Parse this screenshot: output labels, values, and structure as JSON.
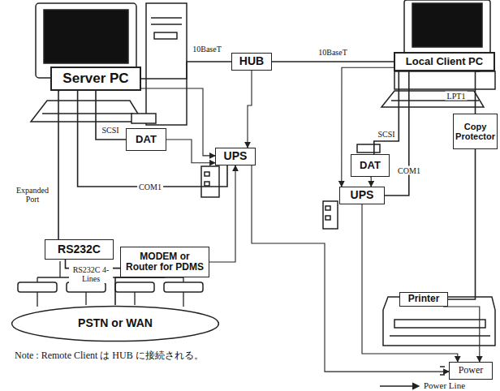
{
  "diagram": {
    "nodes": [
      {
        "text": [
          "Server PC"
        ]
      },
      {
        "text": [
          "HUB"
        ]
      },
      {
        "text": [
          "Local Client PC"
        ]
      },
      {
        "text": [
          "DAT"
        ]
      },
      {
        "text": [
          "UPS"
        ]
      },
      {
        "text": [
          "RS232C"
        ]
      },
      {
        "text": [
          "MODEM or Router for PDMS"
        ]
      },
      {
        "text": [
          "PSTN or WAN"
        ]
      },
      {
        "text": [
          "DAT"
        ]
      },
      {
        "text": [
          "UPS"
        ]
      },
      {
        "text": [
          "Copy Protector"
        ]
      },
      {
        "text": [
          "Printer"
        ]
      },
      {
        "text": [
          "Power"
        ]
      }
    ],
    "edges": [
      {
        "from": 0,
        "to": 1,
        "arrow": "none",
        "label": "10BaseT"
      },
      {
        "from": 1,
        "to": 2,
        "arrow": "none",
        "label": "10BaseT"
      },
      {
        "from": 0,
        "to": 3,
        "arrow": "none",
        "label": "SCSI"
      },
      {
        "from": 0,
        "to": 5,
        "arrow": "none",
        "label": "Expanded Port"
      },
      {
        "from": 0,
        "to": 4,
        "arrow": "none",
        "label": "COM1"
      },
      {
        "from": 5,
        "to": 6,
        "arrow": "none",
        "label": "RS232C 4-Lines"
      },
      {
        "from": 6,
        "to": 7,
        "arrow": "none"
      },
      {
        "from": 2,
        "to": 8,
        "arrow": "none",
        "label": "SCSI"
      },
      {
        "from": 2,
        "to": 9,
        "arrow": "none",
        "label": "COM1"
      },
      {
        "from": 2,
        "to": 10,
        "arrow": "none",
        "label": "LPT1"
      },
      {
        "from": 10,
        "to": 11,
        "arrow": "none"
      },
      {
        "from": 1,
        "to": 4,
        "arrow": "to"
      },
      {
        "from": 0,
        "to": 4,
        "arrow": "to"
      },
      {
        "from": 3,
        "to": 4,
        "arrow": "to"
      },
      {
        "from": 6,
        "to": 4,
        "arrow": "to"
      },
      {
        "from": 4,
        "to": 12,
        "arrow": "to"
      },
      {
        "from": 2,
        "to": 9,
        "arrow": "to"
      },
      {
        "from": 8,
        "to": 9,
        "arrow": "to"
      },
      {
        "from": 9,
        "to": 12,
        "arrow": "to"
      },
      {
        "from": 11,
        "to": 12,
        "arrow": "to"
      }
    ],
    "labels": [
      "Note : Remote Client は HUB に接続される。"
    ],
    "legend": [
      {
        "text": "Power Line"
      }
    ]
  }
}
